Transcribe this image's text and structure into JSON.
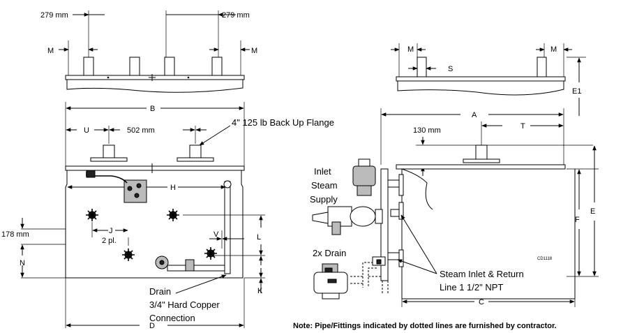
{
  "dims": {
    "top_left_279": "279 mm",
    "top_right_279": "279 mm",
    "m_left": "M",
    "m_right": "M",
    "m_side_left": "M",
    "m_side_right": "M",
    "s": "S",
    "e1": "E1",
    "b": "B",
    "u": "U",
    "d502": "502 mm",
    "a": "A",
    "t": "T",
    "d130": "130 mm",
    "h": "H",
    "d178": "178 mm",
    "j": "J",
    "j_note": "2 pl.",
    "v": "V",
    "l": "L",
    "n": "N",
    "k": "K",
    "d": "D",
    "c": "C",
    "e": "E",
    "f": "F"
  },
  "labels": {
    "flange": "4\" 125 lb Back Up Flange",
    "inlet_1": "Inlet",
    "inlet_2": "Steam",
    "inlet_3": "Supply",
    "drain2x": "2x Drain",
    "steam_line_1": "Steam Inlet & Return",
    "steam_line_2": "Line 1 1/2\" NPT",
    "drain_1": "Drain",
    "drain_2": "3/4\" Hard Copper",
    "drain_3": "Connection",
    "code": "CD1118"
  },
  "note": "Note: Pipe/Fittings indicated by dotted lines are furnished by contractor."
}
